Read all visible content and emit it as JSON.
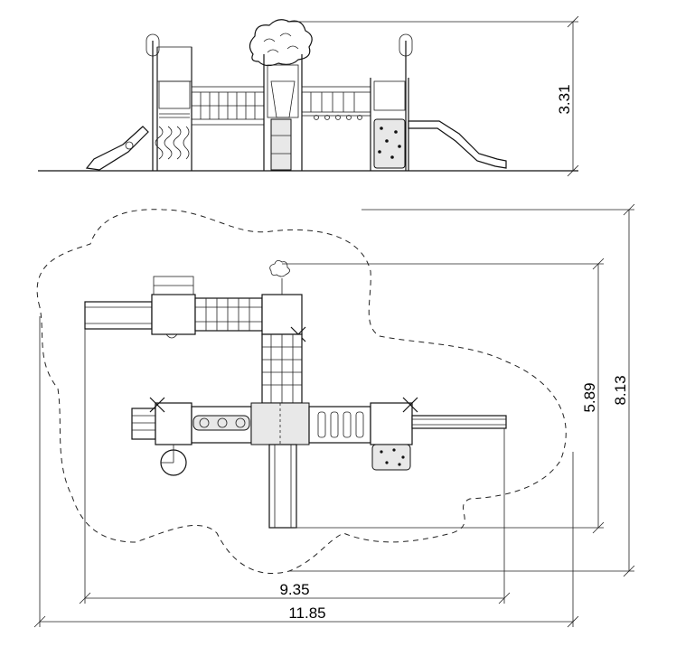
{
  "drawing": {
    "elevation_height": "3.31",
    "plan_width_inner": "9.35",
    "plan_width_outer": "11.85",
    "plan_depth_inner": "5.89",
    "plan_depth_outer": "8.13"
  }
}
